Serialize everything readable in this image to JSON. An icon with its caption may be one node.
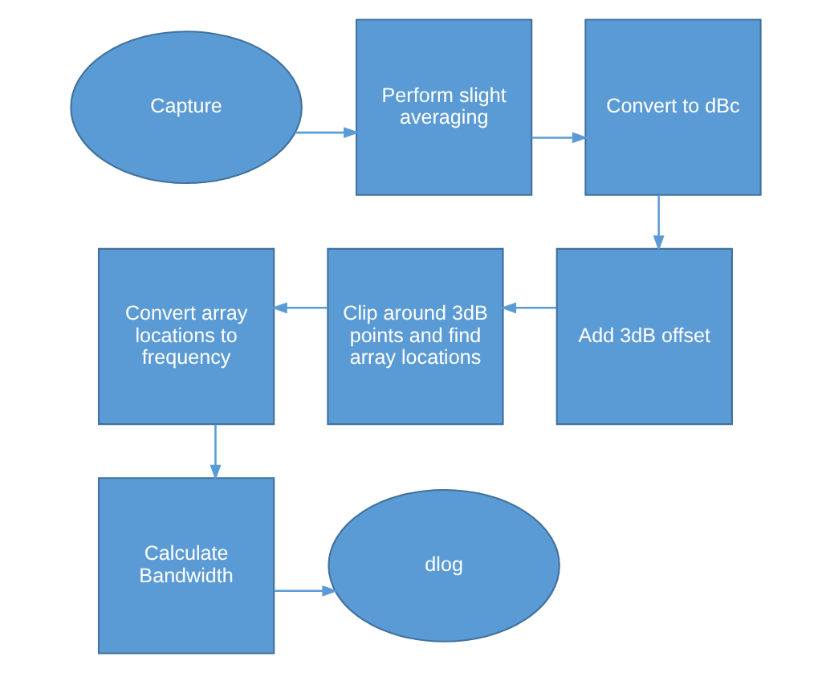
{
  "diagram": {
    "nodes": [
      {
        "text": [
          "Capture"
        ]
      },
      {
        "text": [
          "Perform slight averaging"
        ]
      },
      {
        "text": [
          "Convert to dBc"
        ]
      },
      {
        "text": [
          "Add 3dB offset"
        ]
      },
      {
        "text": [
          "Clip around 3dB points and find array locations"
        ]
      },
      {
        "text": [
          "Convert array locations to frequency"
        ]
      },
      {
        "text": [
          "Calculate Bandwidth"
        ]
      },
      {
        "text": [
          "dlog"
        ]
      }
    ],
    "edges": [
      {
        "from": 0,
        "to": 1,
        "arrow": "to"
      },
      {
        "from": 1,
        "to": 2,
        "arrow": "to"
      },
      {
        "from": 2,
        "to": 3,
        "arrow": "to"
      },
      {
        "from": 3,
        "to": 4,
        "arrow": "to"
      },
      {
        "from": 4,
        "to": 5,
        "arrow": "to"
      },
      {
        "from": 5,
        "to": 6,
        "arrow": "to"
      },
      {
        "from": 6,
        "to": 7,
        "arrow": "to"
      }
    ]
  }
}
